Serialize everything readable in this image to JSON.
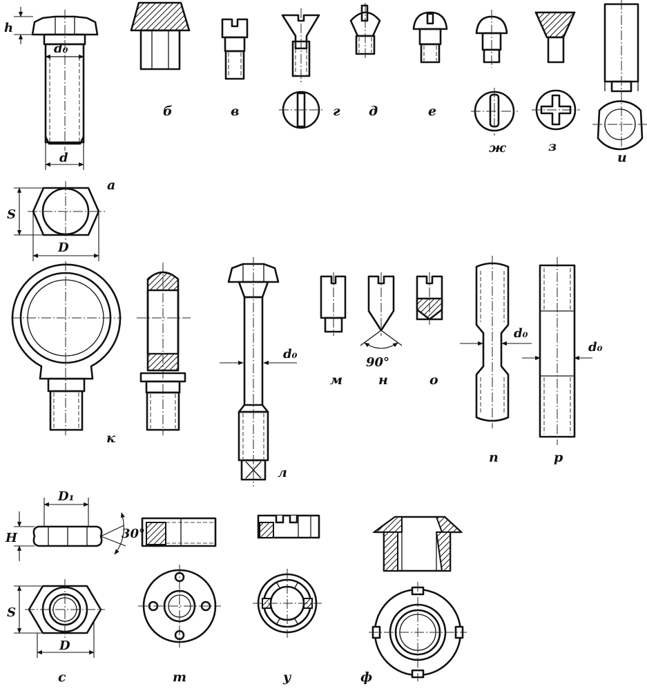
{
  "figure": {
    "views": {
      "a": "а",
      "b": "б",
      "v": "в",
      "g": "г",
      "d": "д",
      "e": "е",
      "zh": "ж",
      "z": "з",
      "i": "и",
      "k": "к",
      "l": "л",
      "m": "м",
      "n": "н",
      "o": "о",
      "p": "п",
      "r": "р",
      "s": "с",
      "t": "т",
      "u": "у",
      "f": "ф"
    },
    "dims": {
      "h": "h",
      "d0": "d₀",
      "d": "d",
      "S": "S",
      "D": "D",
      "D1": "D₁",
      "H": "H",
      "angle90": "90°",
      "angle30": "30°"
    }
  }
}
